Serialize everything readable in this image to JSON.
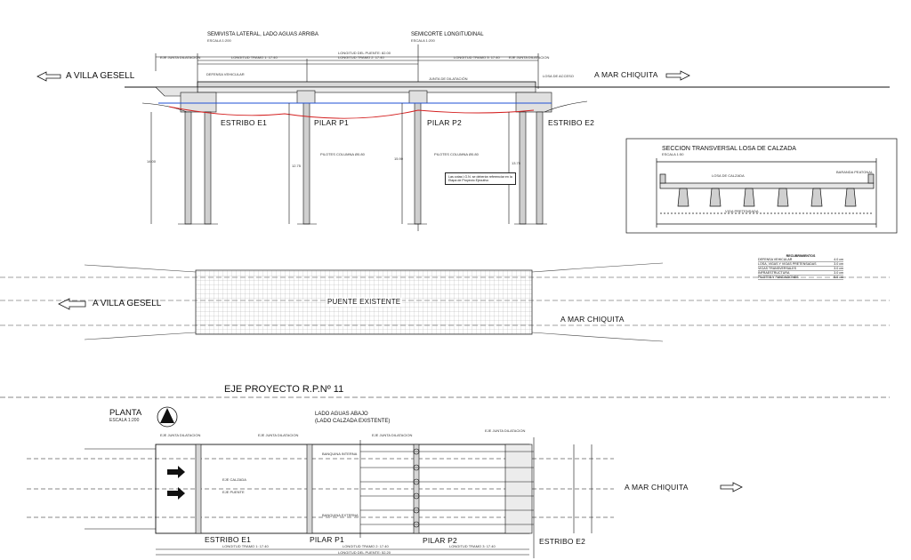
{
  "elevation": {
    "title_left": "SEMIVISTA LATERAL, LADO AGUAS ARRIBA",
    "scale_left": "ESCALA 1:200",
    "title_right": "SEMICORTE LONGITUDINAL",
    "scale_right": "ESCALA 1:200",
    "to_left": "A VILLA GESELL",
    "to_right": "A MAR CHIQUITA",
    "estribo_e1": "ESTRIBO E1",
    "pilar_p1": "PILAR P1",
    "pilar_p2": "PILAR P2",
    "estribo_e2": "ESTRIBO E2",
    "longitud_puente": "LONGITUD DEL PUENTE: 82.00",
    "longitud_tramo1": "LONGITUD TRAMO 1: 17.40",
    "longitud_tramo2": "LONGITUD TRAMO 2: 17.40",
    "longitud_tramo3": "LONGITUD TRAMO 3: 17.40",
    "eje_junta": "EJE JUNTA DILATACION",
    "junta_dilatacion": "JUNTA DE DILATACIÓN",
    "losa_acceso": "LOSA DE ACCESO",
    "defensa": "DEFENSA VEHICULAR",
    "pilotes_colum": "PILOTES COLUMNA Ø0.80",
    "note": "Las cotas I.G.N. se deberán referenciar en la Etapa de Proyecto Ejecutivo",
    "dim_1400": "14.00",
    "dim_1275": "12.75",
    "dim_1590": "15.90",
    "dim_1375": "13.75"
  },
  "section": {
    "title": "SECCION TRANSVERSAL LOSA DE CALZADA",
    "scale": "ESCALA 1:50",
    "label_viga": "VIGA PRETENSADA",
    "label_losa": "LOSA DE CALZADA",
    "label_baranda": "BARANDA PEATONAL"
  },
  "recubrimientos": {
    "title": "RECUBRIMIENTOS",
    "rows": [
      [
        "DEFENSA VEHICULAR",
        "4.0 cm"
      ],
      [
        "LOSA, VIGAS Y VIGAS PRETENSADAS",
        "3.0 cm"
      ],
      [
        "VIGAS TRANSVERSALES",
        "3.0 cm"
      ],
      [
        "INFRAESTRUCTURA",
        "3.0 cm"
      ],
      [
        "PILOTES Y FUNDACIONES",
        "5.0 cm"
      ]
    ]
  },
  "existing": {
    "label": "PUENTE EXISTENTE",
    "to_left": "A VILLA GESELL",
    "to_right": "A MAR CHIQUITA"
  },
  "plan": {
    "eje": "EJE PROYECTO R.P.Nº 11",
    "title": "PLANTA",
    "scale": "ESCALA 1:200",
    "lado": "LADO AGUAS ABAJO",
    "lado_sub": "(LADO CALZADA EXISTENTE)",
    "to_right": "A MAR CHIQUITA",
    "estribo_e1": "ESTRIBO E1",
    "pilar_p1": "PILAR P1",
    "pilar_p2": "PILAR P2",
    "estribo_e2": "ESTRIBO E2",
    "eje_junta": "EJE JUNTA DILATACION",
    "banquina_interna": "BANQUINA INTERNA",
    "banquina_externa": "BANQUINA EXTERNA",
    "eje_calzada": "EJE CALZADA",
    "eje_puente": "EJE PUENTE",
    "longitud_puente": "LONGITUD DEL PUENTE: 52.20",
    "longitud_tramo1": "LONGITUD TRAMO 1: 17.40",
    "longitud_tramo2": "LONGITUD TRAMO 2: 17.40",
    "longitud_tramo3": "LONGITUD TRAMO 3: 17.40"
  }
}
